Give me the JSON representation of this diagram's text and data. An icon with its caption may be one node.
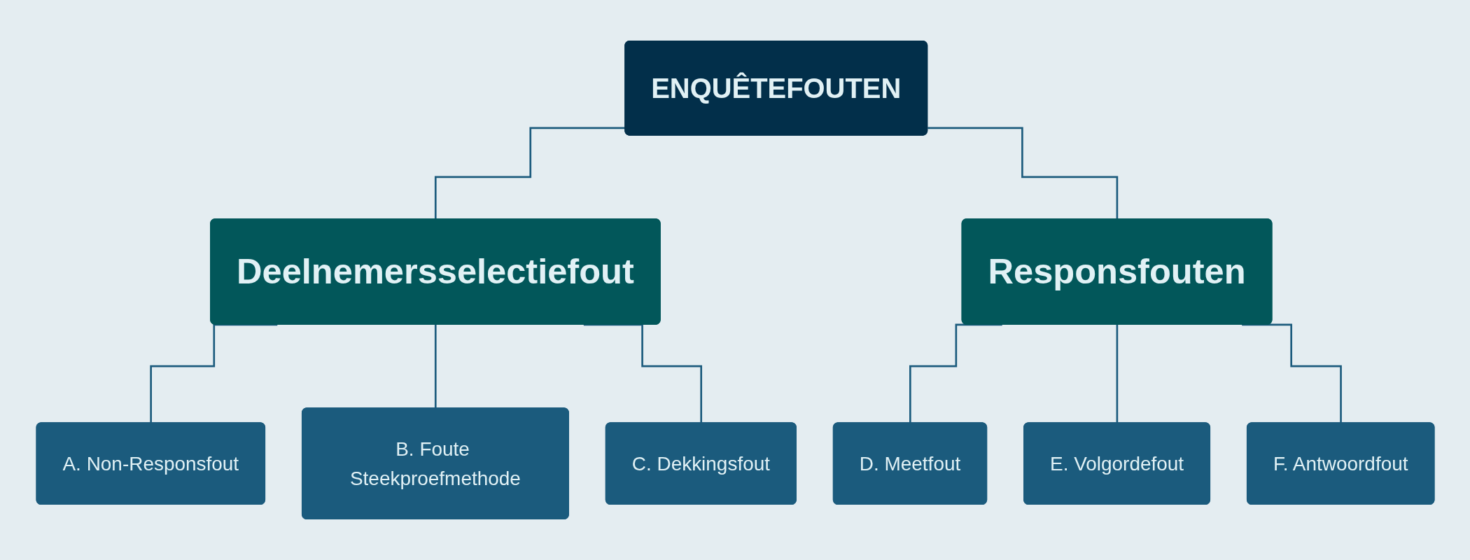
{
  "diagram": {
    "nodes": [
      {
        "text": [
          "ENQUÊTEFOUTEN"
        ]
      },
      {
        "text": [
          "Deelnemersselectiefout"
        ]
      },
      {
        "text": [
          "Responsfouten"
        ]
      },
      {
        "text": [
          "A. Non-Responsfout"
        ]
      },
      {
        "text": [
          "B. Foute Steekproefmethode"
        ]
      },
      {
        "text": [
          "C. Dekkingsfout"
        ]
      },
      {
        "text": [
          "D. Meetfout"
        ]
      },
      {
        "text": [
          "E. Volgordefout"
        ]
      },
      {
        "text": [
          "F. Antwoordfout"
        ]
      }
    ],
    "edges": [
      {
        "from": 0,
        "to": 1,
        "arrow": "none"
      },
      {
        "from": 0,
        "to": 2,
        "arrow": "none"
      },
      {
        "from": 1,
        "to": 3,
        "arrow": "none"
      },
      {
        "from": 1,
        "to": 4,
        "arrow": "none"
      },
      {
        "from": 1,
        "to": 5,
        "arrow": "none"
      },
      {
        "from": 2,
        "to": 6,
        "arrow": "none"
      },
      {
        "from": 2,
        "to": 7,
        "arrow": "none"
      },
      {
        "from": 2,
        "to": 8,
        "arrow": "none"
      }
    ]
  }
}
